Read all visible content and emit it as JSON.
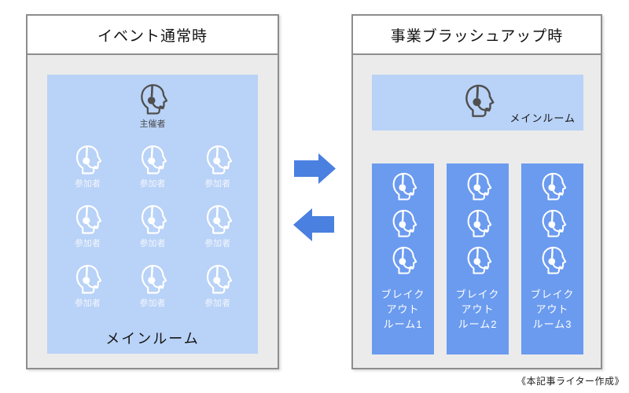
{
  "caption": "《本記事ライター作成》",
  "left_panel": {
    "title": "イベント通常時",
    "host_label": "主催者",
    "participant_label": "参加者",
    "participant_count": 9,
    "room_label": "メインルーム"
  },
  "right_panel": {
    "title": "事業ブラッシュアップ時",
    "main_room_label": "メインルーム",
    "breakout_rooms": [
      {
        "line1": "ブレイク",
        "line2": "アウト",
        "line3": "ルーム1",
        "member_count": 3
      },
      {
        "line1": "ブレイク",
        "line2": "アウト",
        "line3": "ルーム2",
        "member_count": 3
      },
      {
        "line1": "ブレイク",
        "line2": "アウト",
        "line3": "ルーム3",
        "member_count": 3
      }
    ]
  },
  "icons": {
    "person": "headset-person-icon",
    "arrow_right": "arrow-right-icon",
    "arrow_left": "arrow-left-icon"
  },
  "colors": {
    "room_light_blue": "#b9d2f7",
    "breakout_blue": "#6b9bef",
    "arrow_blue": "#4a80e0",
    "panel_body_gray": "#ebebeb",
    "panel_border_gray": "#8d8d8d",
    "icon_dark_gray": "#4f4f4f",
    "icon_white": "#ffffff"
  }
}
